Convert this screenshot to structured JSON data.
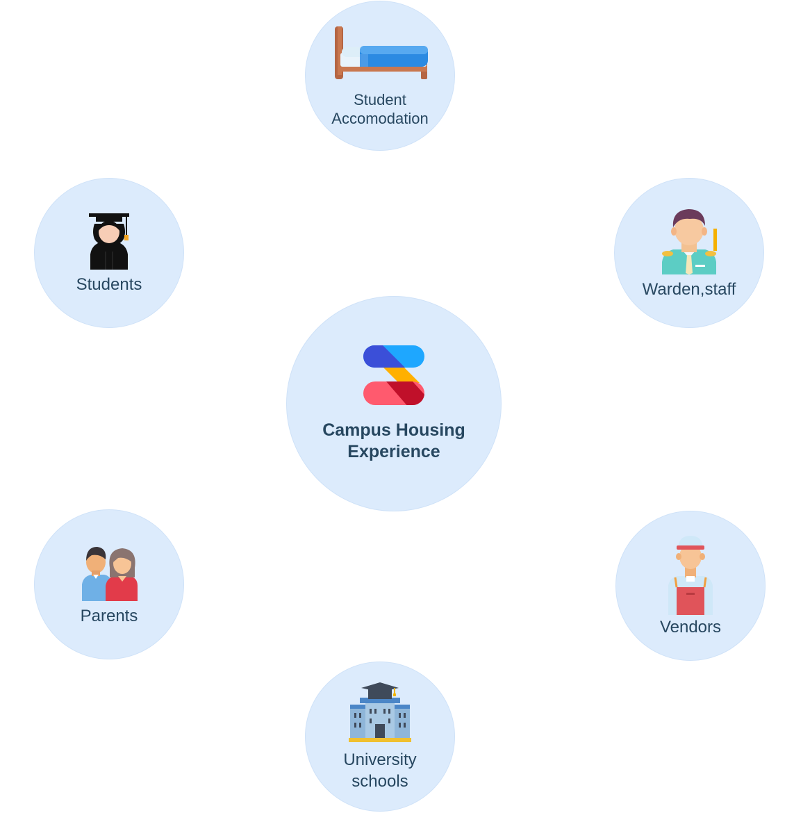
{
  "center": {
    "label": "Campus Housing\nExperience",
    "logo_icon": "campus-logo-icon"
  },
  "nodes": {
    "accommodation": {
      "label": "Student\nAccomodation",
      "icon": "bed-icon"
    },
    "students": {
      "label": "Students",
      "icon": "graduate-icon"
    },
    "warden": {
      "label": "Warden,staff",
      "icon": "staff-icon"
    },
    "parents": {
      "label": "Parents",
      "icon": "parents-icon"
    },
    "vendors": {
      "label": "Vendors",
      "icon": "vendor-icon"
    },
    "university": {
      "label": "University\nschools",
      "icon": "university-building-icon"
    }
  },
  "colors": {
    "circle_fill": "#dcebfc",
    "text": "#274760",
    "logo_blue": "#3b5bdb",
    "logo_cyan": "#1ea7ff",
    "logo_yellow": "#ffb000",
    "logo_pink": "#ff5a6e",
    "logo_red": "#c0102a"
  }
}
